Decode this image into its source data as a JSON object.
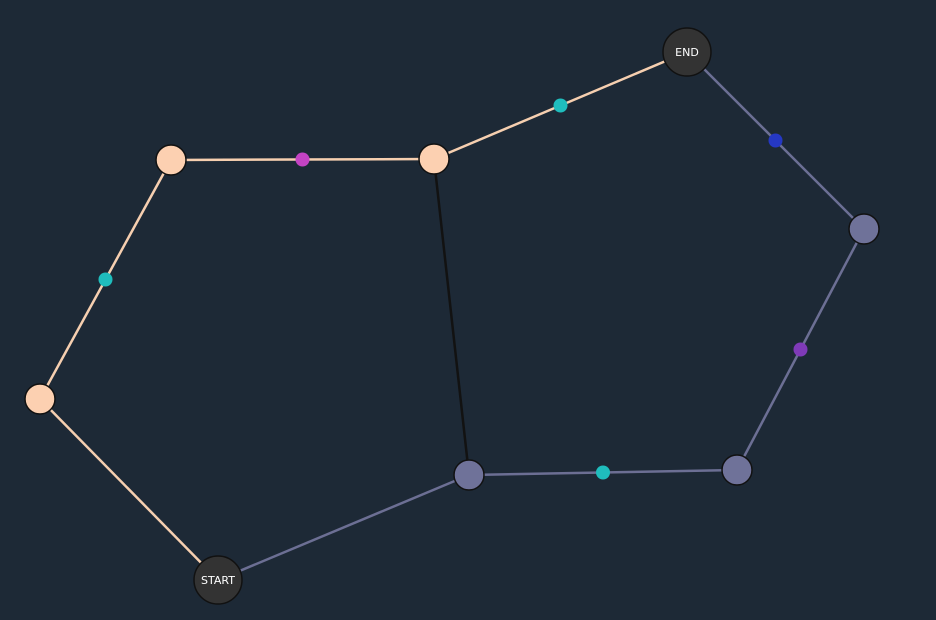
{
  "colors": {
    "background": "#1d2936",
    "peach_path": "#f6cfb0",
    "slate_path": "#6c6f94",
    "bridge_edge": "#121212",
    "endpoint_fill": "#333333",
    "peach_node": "#fcd0b1",
    "slate_node": "#6f7299"
  },
  "terminals": {
    "start_label": "START",
    "end_label": "END"
  },
  "nodes": [
    {
      "id": "start",
      "kind": "endpoint"
    },
    {
      "id": "end",
      "kind": "endpoint"
    },
    {
      "id": "peach-a",
      "kind": "peach"
    },
    {
      "id": "peach-b",
      "kind": "peach"
    },
    {
      "id": "peach-c",
      "kind": "peach"
    },
    {
      "id": "slate-a",
      "kind": "slate"
    },
    {
      "id": "slate-b",
      "kind": "slate"
    },
    {
      "id": "slate-c",
      "kind": "slate"
    }
  ],
  "edges": [
    {
      "from": "start",
      "to": "peach-a",
      "kind": "peach"
    },
    {
      "from": "peach-a",
      "to": "peach-b",
      "kind": "peach",
      "marker_color": "#1fbdbd"
    },
    {
      "from": "peach-b",
      "to": "peach-c",
      "kind": "peach",
      "marker_color": "#c443c4"
    },
    {
      "from": "peach-c",
      "to": "end",
      "kind": "peach",
      "marker_color": "#1fbdbd"
    },
    {
      "from": "end",
      "to": "slate-a",
      "kind": "slate",
      "marker_color": "#2538c4"
    },
    {
      "from": "slate-a",
      "to": "slate-b",
      "kind": "slate",
      "marker_color": "#7f3ab8"
    },
    {
      "from": "slate-b",
      "to": "slate-c",
      "kind": "slate",
      "marker_color": "#1fbdbd"
    },
    {
      "from": "slate-c",
      "to": "start",
      "kind": "slate"
    },
    {
      "from": "peach-c",
      "to": "slate-c",
      "kind": "bridge"
    }
  ]
}
